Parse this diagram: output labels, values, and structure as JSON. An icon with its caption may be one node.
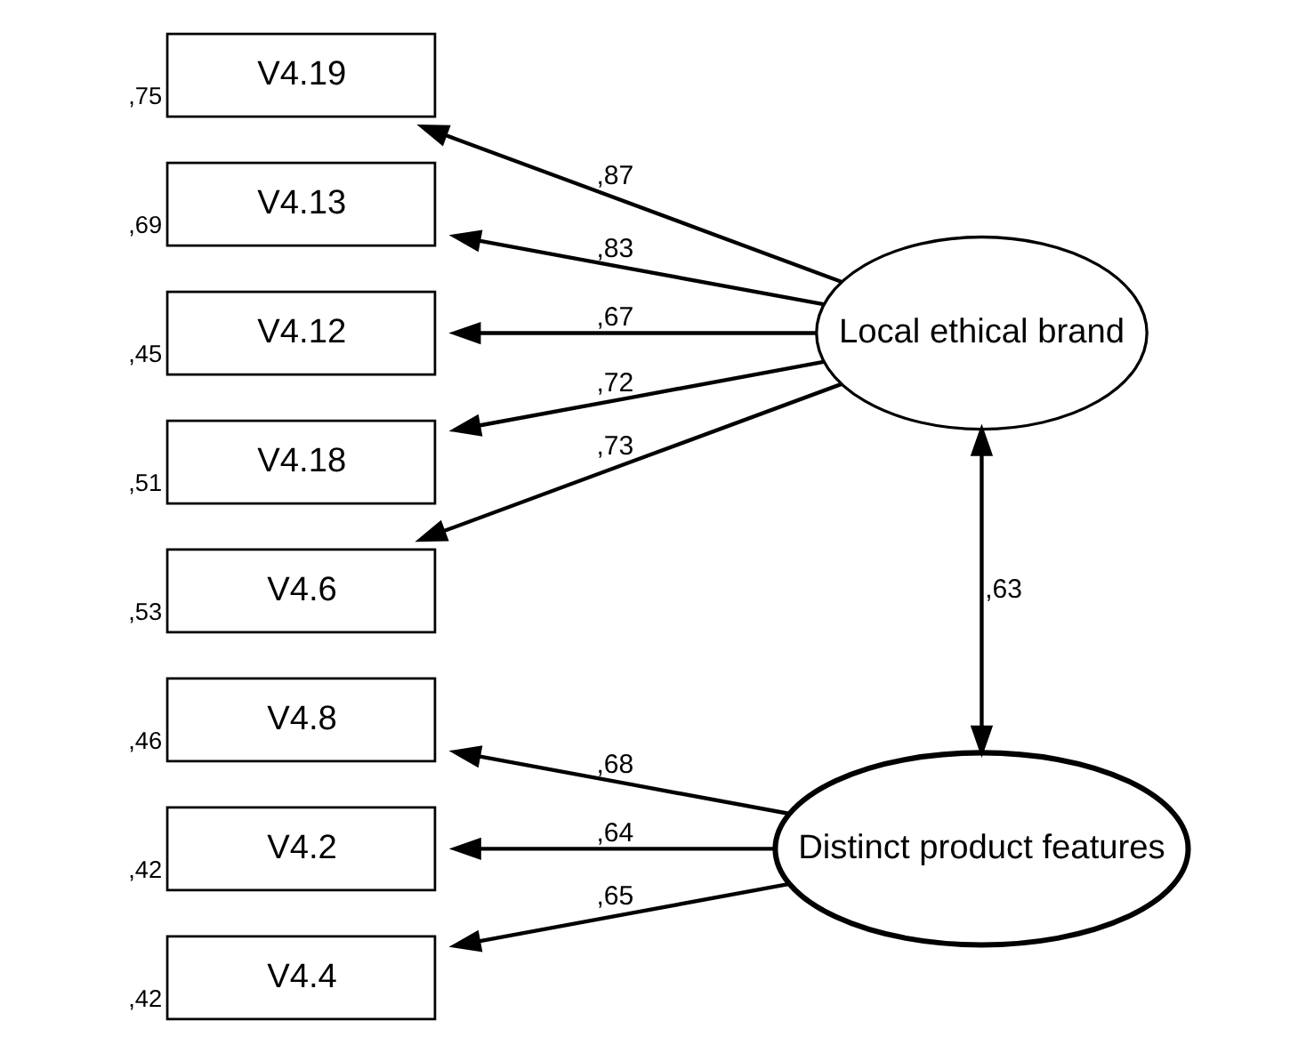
{
  "diagram": {
    "nodes": [
      {
        "text": [
          "V4.19"
        ],
        "beside": [
          ",75"
        ]
      },
      {
        "text": [
          "V4.13"
        ],
        "beside": [
          ",69"
        ]
      },
      {
        "text": [
          "V4.12"
        ],
        "beside": [
          ",45"
        ]
      },
      {
        "text": [
          "V4.18"
        ],
        "beside": [
          ",51"
        ]
      },
      {
        "text": [
          "V4.6"
        ],
        "beside": [
          ",53"
        ]
      },
      {
        "text": [
          "Local ethical brand"
        ]
      },
      {
        "text": [
          "V4.8"
        ],
        "beside": [
          ",46"
        ]
      },
      {
        "text": [
          "V4.2"
        ],
        "beside": [
          ",42"
        ]
      },
      {
        "text": [
          "V4.4"
        ],
        "beside": [
          ",42"
        ]
      },
      {
        "text": [
          "Distinct product features"
        ]
      }
    ],
    "edges": [
      {
        "from": 5,
        "to": 0,
        "arrow": "to",
        "label": ",87"
      },
      {
        "from": 5,
        "to": 1,
        "arrow": "to",
        "label": ",83"
      },
      {
        "from": 5,
        "to": 2,
        "arrow": "to",
        "label": ",67"
      },
      {
        "from": 5,
        "to": 3,
        "arrow": "to",
        "label": ",72"
      },
      {
        "from": 5,
        "to": 4,
        "arrow": "to",
        "label": ",73"
      },
      {
        "from": 5,
        "to": 9,
        "arrow": "both",
        "label": ",63"
      },
      {
        "from": 9,
        "to": 6,
        "arrow": "to",
        "label": ",68"
      },
      {
        "from": 9,
        "to": 7,
        "arrow": "to",
        "label": ",64"
      },
      {
        "from": 9,
        "to": 8,
        "arrow": "to",
        "label": ",65"
      }
    ]
  }
}
